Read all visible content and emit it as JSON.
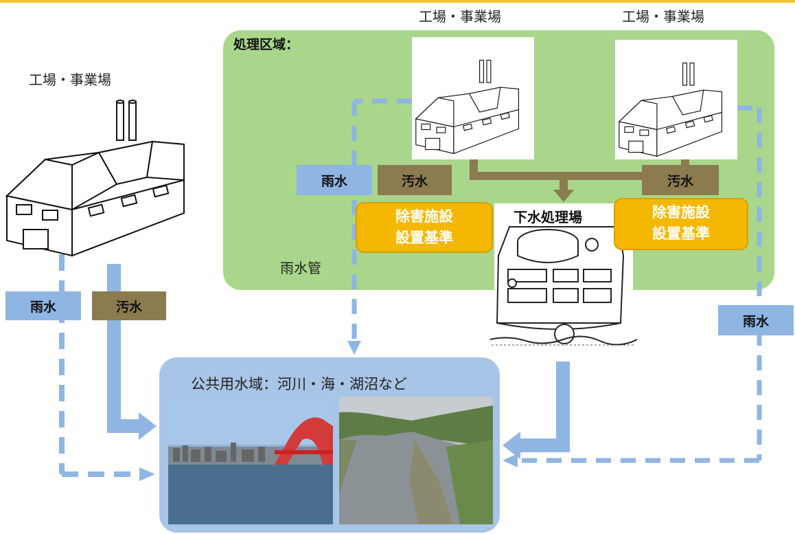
{
  "factory_label": "工場・事業場",
  "treatment_area": {
    "title": "処理区域："
  },
  "factories": [
    {
      "label": "工場・事業場"
    },
    {
      "label": "工場・事業場"
    },
    {
      "label": "工場・事業場"
    }
  ],
  "tags": {
    "rain": "雨水",
    "waste": "汚水"
  },
  "standard_boxes": [
    {
      "line1": "除害施設",
      "line2": "設置基準"
    },
    {
      "line1": "除害施設",
      "line2": "設置基準"
    }
  ],
  "sewage_plant": {
    "label": "下水処理場"
  },
  "rain_pipe": {
    "label": "雨水管"
  },
  "water_body": {
    "title": "公共用水域：河川・海・湖沼など"
  },
  "colors": {
    "rain": "#8fb5e3",
    "waste": "#8b7b4f",
    "zone": "#a9d68a",
    "standard": "#f5b800",
    "water": "#a8c4e6"
  }
}
